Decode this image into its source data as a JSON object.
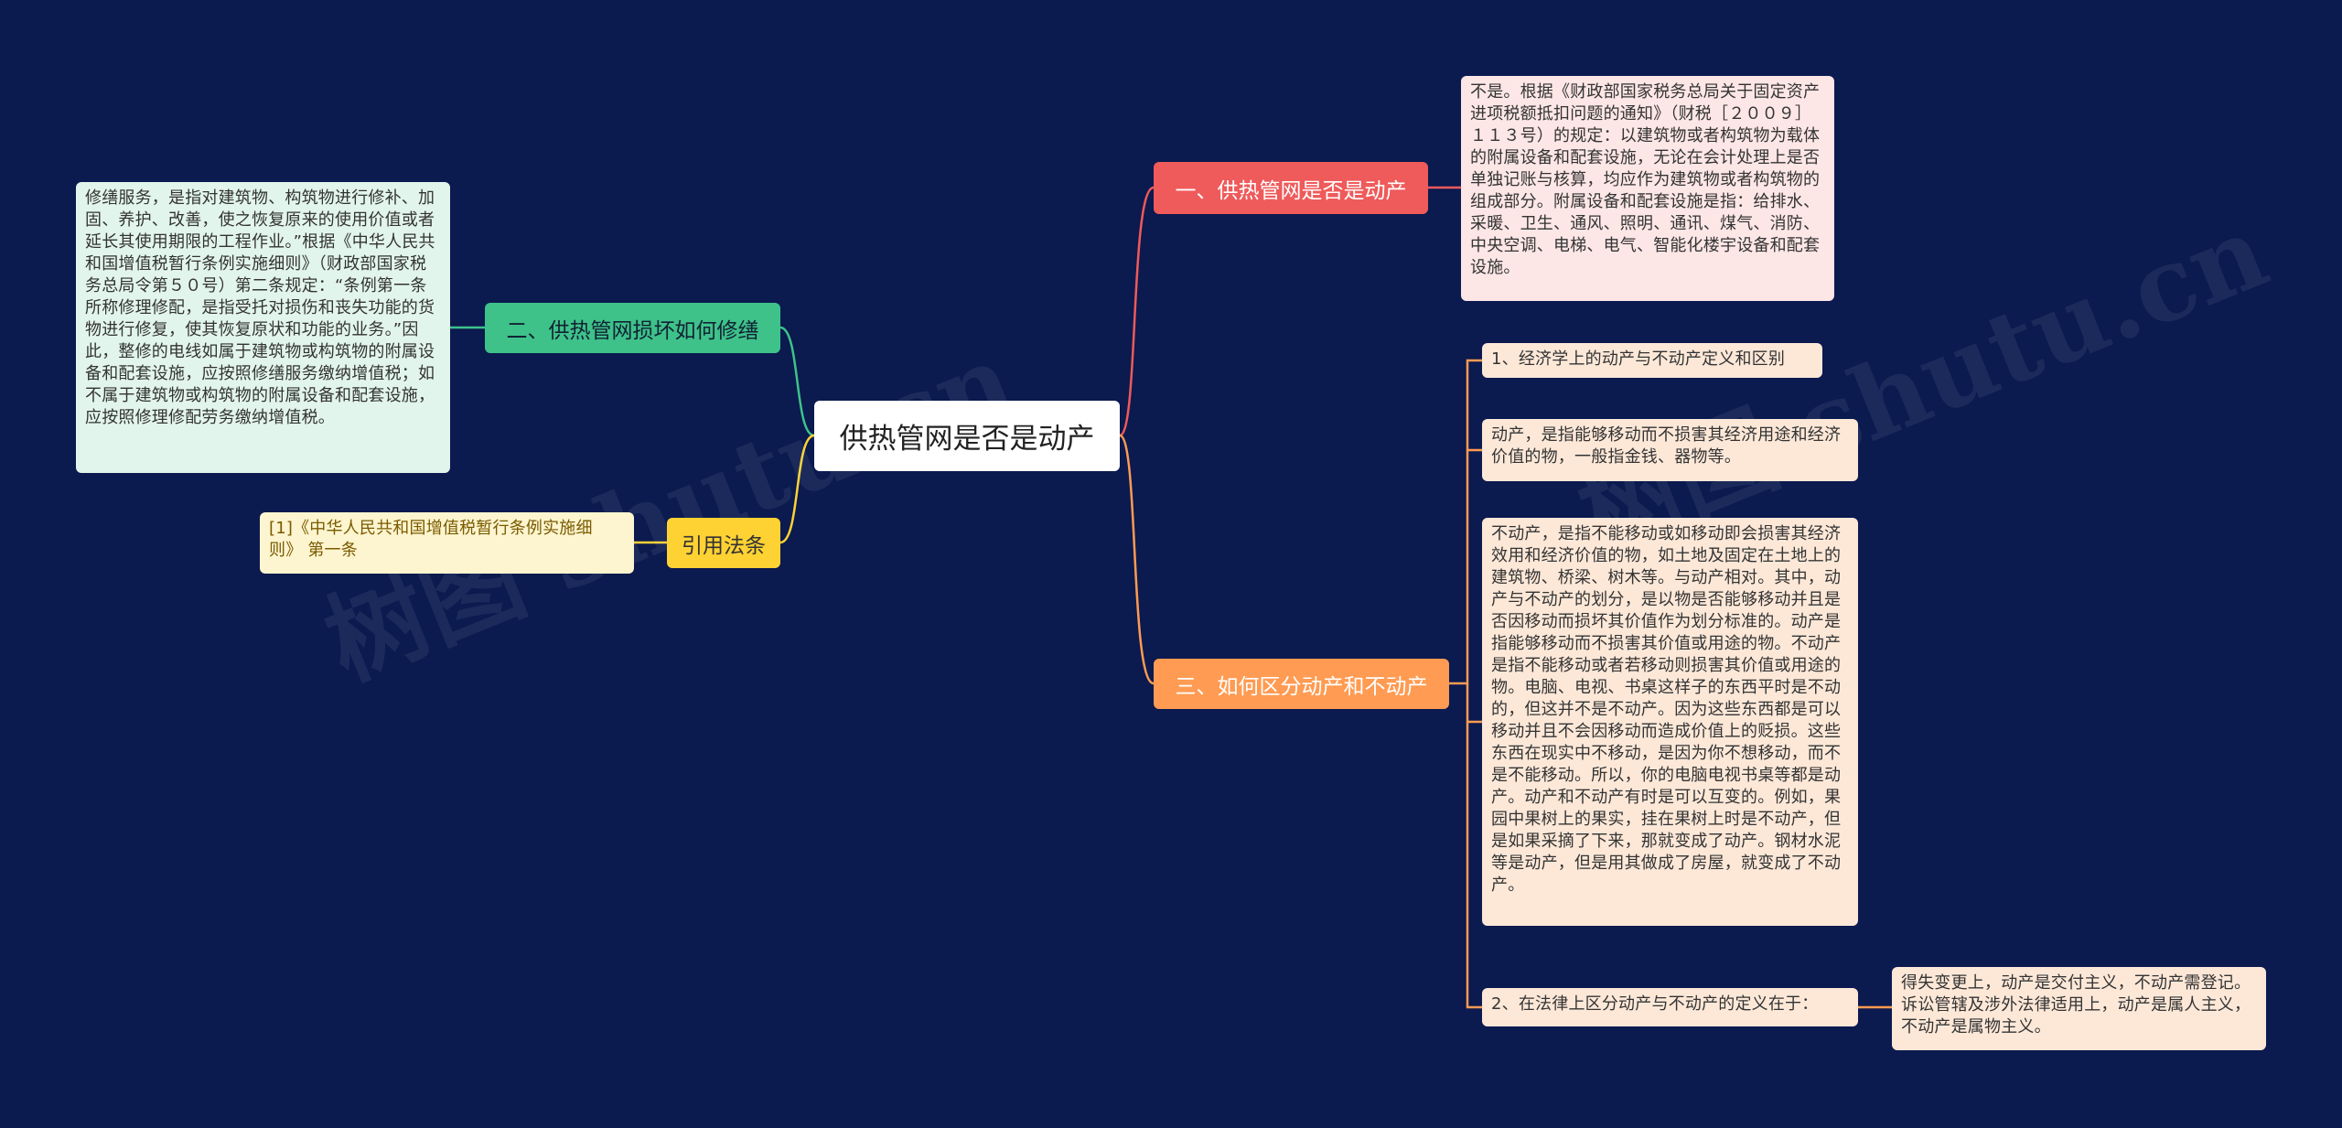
{
  "root": {
    "label": "供热管网是否是动产"
  },
  "branches": {
    "b1": "一、供热管网是否是动产",
    "b2": "二、供热管网损坏如何修缮",
    "b3": "三、如何区分动产和不动产",
    "b4": "引用法条"
  },
  "leaves": {
    "red": "不是。根据《财政部国家税务总局关于固定资产进项税额抵扣问题的通知》（财税［２００９］１１３号）的规定：以建筑物或者构筑物为载体的附属设备和配套设施，无论在会计处理上是否单独记账与核算，均应作为建筑物或者构筑物的组成部分。附属设备和配套设施是指：给排水、采暖、卫生、通风、照明、通讯、煤气、消防、中央空调、电梯、电气、智能化楼宇设备和配套设施。",
    "green": "修缮服务，是指对建筑物、构筑物进行修补、加固、养护、改善，使之恢复原来的使用价值或者延长其使用期限的工程作业。”根据《中华人民共和国增值税暂行条例实施细则》（财政部国家税务总局令第５０号）第二条规定：“条例第一条所称修理修配，是指受托对损伤和丧失功能的货物进行修复，使其恢复原状和功能的业务。”因此，整修的电线如属于建筑物或构筑物的附属设备和配套设施，应按照修缮服务缴纳增值税；如不属于建筑物或构筑物的附属设备和配套设施，应按照修理修配劳务缴纳增值税。",
    "yellow": "[1]《中华人民共和国增值税暂行条例实施细则》 第一条",
    "o1": "1、经济学上的动产与不动产定义和区别",
    "o2": "动产，是指能够移动而不损害其经济用途和经济价值的物，一般指金钱、器物等。",
    "o3": "不动产，是指不能移动或如移动即会损害其经济效用和经济价值的物，如土地及固定在土地上的建筑物、桥梁、树木等。与动产相对。其中，动产与不动产的划分，是以物是否能够移动并且是否因移动而损坏其价值作为划分标准的。动产是指能够移动而不损害其价值或用途的物。不动产是指不能移动或者若移动则损害其价值或用途的物。电脑、电视、书桌这样子的东西平时是不动的，但这并不是不动产。因为这些东西都是可以移动并且不会因移动而造成价值上的贬损。这些东西在现实中不移动，是因为你不想移动，而不是不能移动。所以，你的电脑电视书桌等都是动产。动产和不动产有时是可以互变的。例如，果园中果树上的果实，挂在果树上时是不动产，但是如果采摘了下来，那就变成了动产。钢材水泥等是动产，但是用其做成了房屋，就变成了不动产。",
    "o4": "2、在法律上区分动产与不动产的定义在于：",
    "o5": "得失变更上，动产是交付主义，不动产需登记。诉讼管辖及涉外法律适用上，动产是属人主义，不动产是属物主义。"
  },
  "watermark": "树图 shutu.cn",
  "colors": {
    "background": "#0b1a4f",
    "red": "#ef5a5a",
    "green": "#3ec28a",
    "orange": "#ff9b52",
    "yellow": "#ffd233"
  }
}
